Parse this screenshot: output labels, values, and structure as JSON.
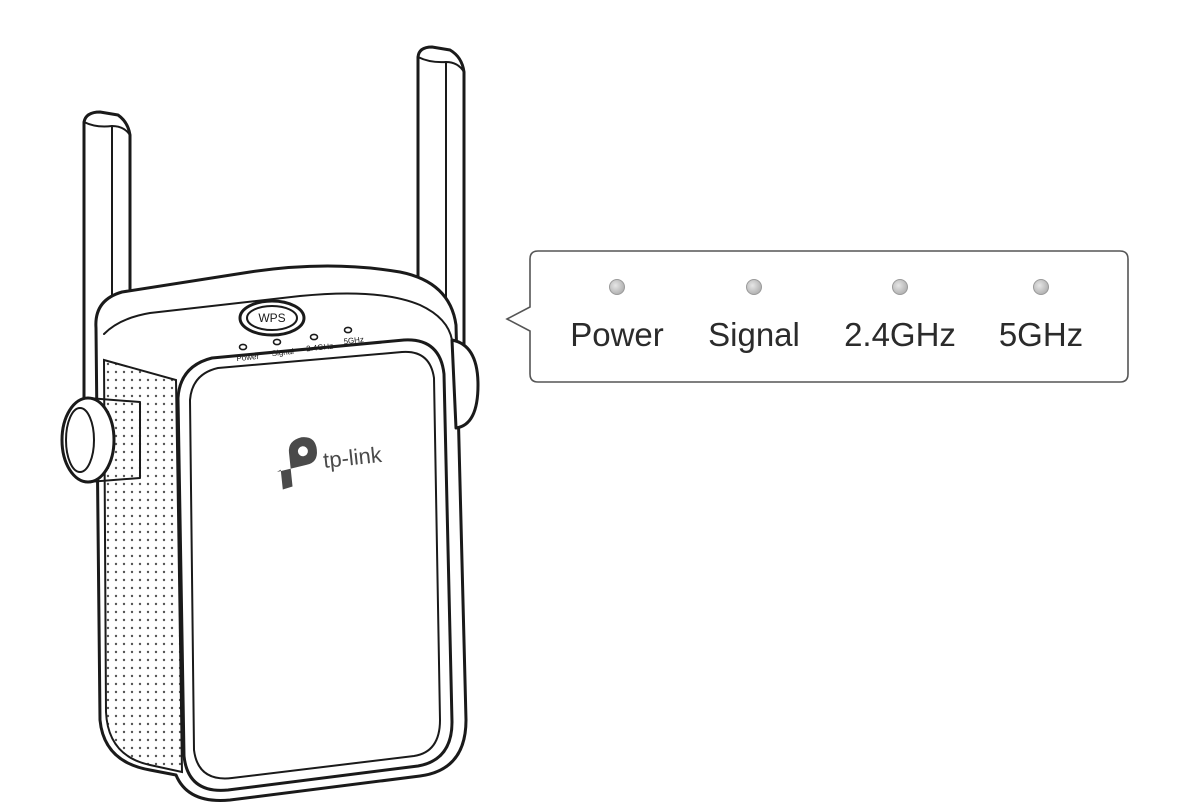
{
  "device": {
    "wps_label": "WPS",
    "brand": "tp-link",
    "leds": [
      {
        "label": "Power"
      },
      {
        "label": "Signal"
      },
      {
        "label": "2.4GHz"
      },
      {
        "label": "5GHz"
      }
    ]
  },
  "callout": {
    "leds": [
      {
        "label": "Power"
      },
      {
        "label": "Signal"
      },
      {
        "label": "2.4GHz"
      },
      {
        "label": "5GHz"
      }
    ]
  },
  "colors": {
    "outline": "#1a1a1a",
    "led_fill": "#c8c8c8",
    "callout_border": "#555555",
    "text": "#2b2b2b"
  }
}
